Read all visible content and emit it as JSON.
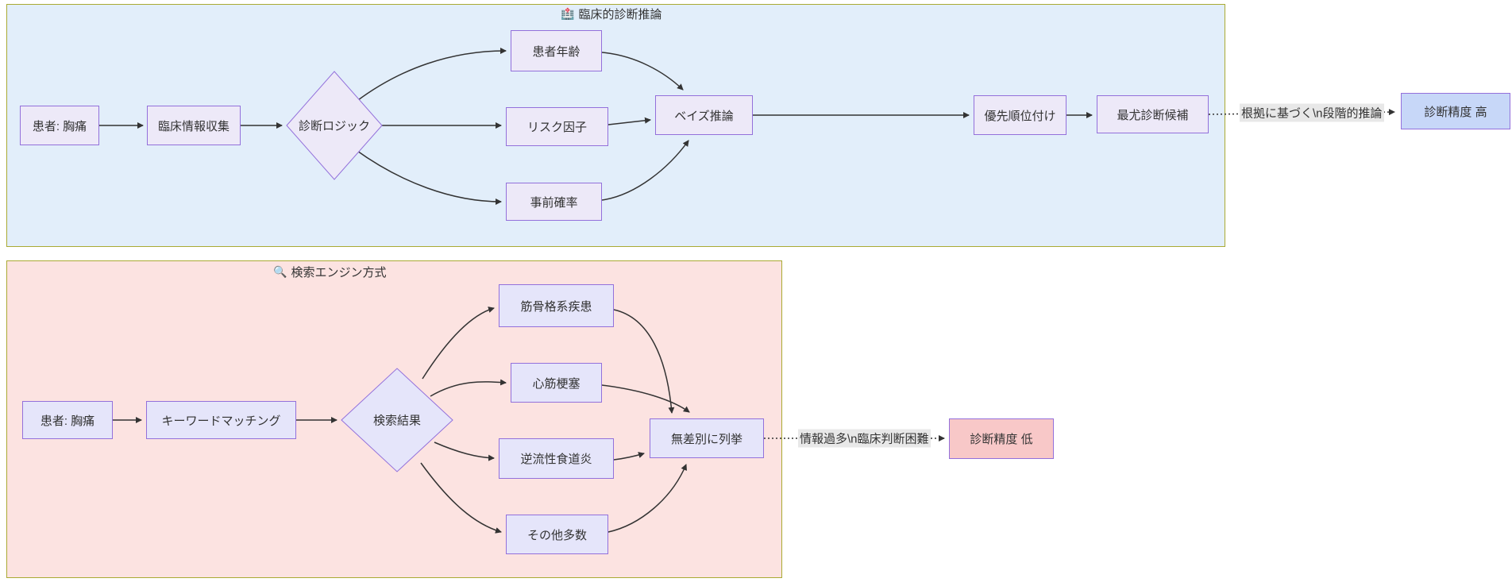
{
  "clinical_panel": {
    "icon": "🏥",
    "title": "臨床的診断推論",
    "nodes": {
      "patient": "患者: 胸痛",
      "collect": "臨床情報収集",
      "logic": "診断ロジック",
      "age": "患者年齢",
      "risk": "リスク因子",
      "prior": "事前確率",
      "bayes": "ベイズ推論",
      "rank": "優先順位付け",
      "candidate": "最尤診断候補"
    },
    "edge_label": "根拠に基づく\\n段階的推論",
    "outcome": "診断精度 高"
  },
  "search_panel": {
    "icon": "🔍",
    "title": "検索エンジン方式",
    "nodes": {
      "patient": "患者: 胸痛",
      "keyword": "キーワードマッチング",
      "results": "検索結果",
      "musculoskeletal": "筋骨格系疾患",
      "mi": "心筋梗塞",
      "reflux": "逆流性食道炎",
      "others": "その他多数",
      "enumerate": "無差別に列挙"
    },
    "edge_label": "情報過多\\n臨床判断困難",
    "outcome": "診断精度 低"
  },
  "colors": {
    "clinical_bg": "#e2eefa",
    "search_bg": "#fce3e1",
    "panel_border": "#aaaa33",
    "node_border": "#9370db",
    "clinical_node_fill": "#ede9f8",
    "search_node_fill": "#e5e5fa",
    "outcome_high_fill": "#c7d7f8",
    "outcome_low_fill": "#f8c8c8",
    "edge_stroke": "#333333",
    "edge_label_bg": "#e8e8e8"
  }
}
